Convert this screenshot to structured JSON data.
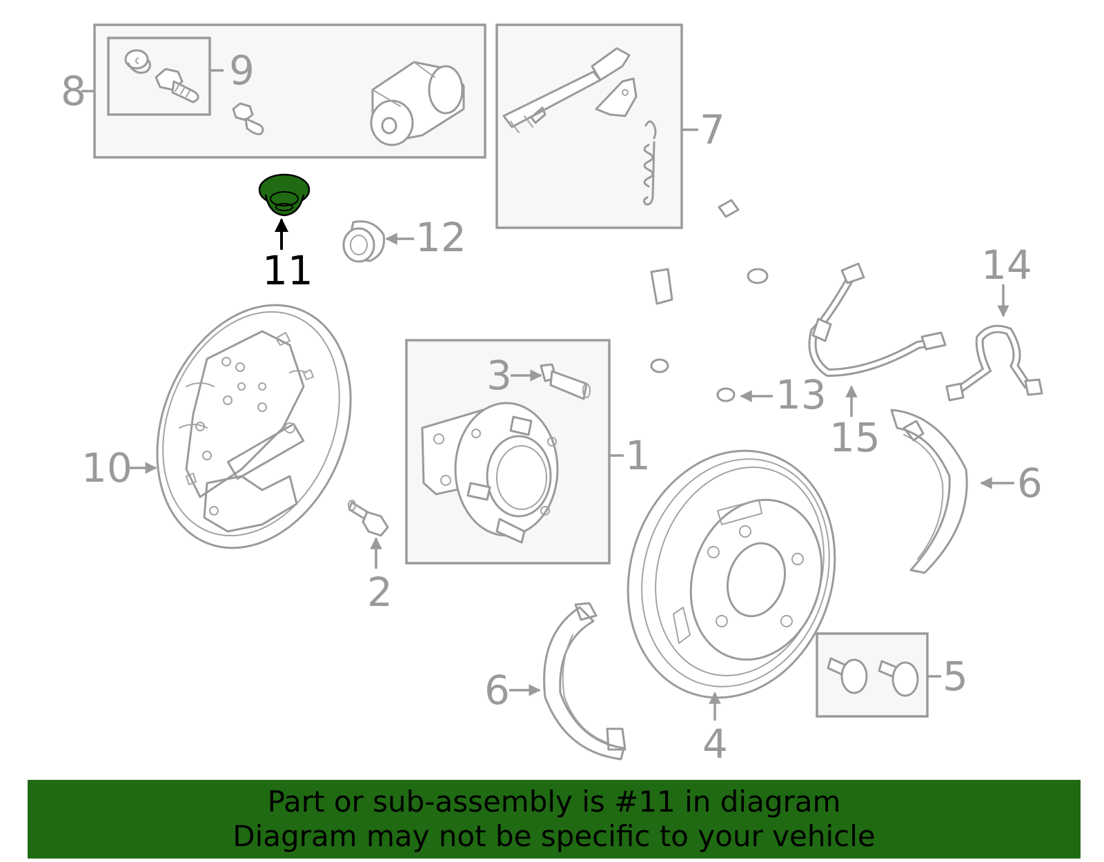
{
  "highlight_color": "#1f6a12",
  "callouts": {
    "c1": "1",
    "c2": "2",
    "c3": "3",
    "c4": "4",
    "c5": "5",
    "c6a": "6",
    "c6b": "6",
    "c7": "7",
    "c8": "8",
    "c9": "9",
    "c10": "10",
    "c11": "11",
    "c12": "12",
    "c13": "13",
    "c14": "14",
    "c15": "15"
  },
  "banner": {
    "line1": "Part or sub-assembly is #11 in diagram",
    "line2": "Diagram may not be specific to your vehicle"
  }
}
